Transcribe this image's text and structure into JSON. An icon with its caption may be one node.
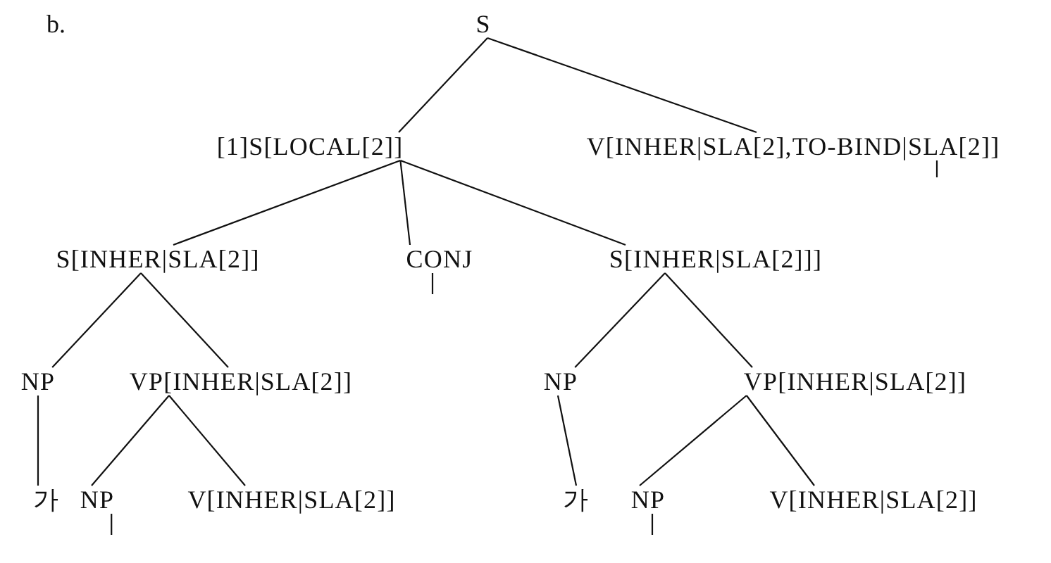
{
  "diagram": {
    "nodes": [
      {
        "text": [
          "S"
        ]
      },
      {
        "text": [
          "[1]S[LOCAL[2]]"
        ]
      },
      {
        "text": [
          "V[INHER|SLA[2],TO-BIND|SLA[2]]"
        ]
      },
      {
        "text": [
          "S[INHER|SLA[2]]"
        ]
      },
      {
        "text": [
          "CONJ"
        ]
      },
      {
        "text": [
          "S[INHER|SLA[2]]]"
        ]
      },
      {
        "text": [
          "NP"
        ]
      },
      {
        "text": [
          "VP[INHER|SLA[2]]"
        ]
      },
      {
        "text": [
          "NP"
        ]
      },
      {
        "text": [
          "VP[INHER|SLA[2]]"
        ]
      },
      {
        "text": [
          "가"
        ]
      },
      {
        "text": [
          "NP"
        ]
      },
      {
        "text": [
          "V[INHER|SLA[2]]"
        ]
      },
      {
        "text": [
          "가"
        ]
      },
      {
        "text": [
          "NP"
        ]
      },
      {
        "text": [
          "V[INHER|SLA[2]]"
        ]
      }
    ],
    "edges": [
      {
        "from": 0,
        "to": 1,
        "arrow": "none"
      },
      {
        "from": 0,
        "to": 2,
        "arrow": "none"
      },
      {
        "from": 1,
        "to": 3,
        "arrow": "none"
      },
      {
        "from": 1,
        "to": 4,
        "arrow": "none"
      },
      {
        "from": 1,
        "to": 5,
        "arrow": "none"
      },
      {
        "from": 2,
        "to": null,
        "arrow": "none"
      },
      {
        "from": 3,
        "to": 6,
        "arrow": "none"
      },
      {
        "from": 3,
        "to": 7,
        "arrow": "none"
      },
      {
        "from": 4,
        "to": null,
        "arrow": "none"
      },
      {
        "from": 5,
        "to": 8,
        "arrow": "none"
      },
      {
        "from": 5,
        "to": 9,
        "arrow": "none"
      },
      {
        "from": 6,
        "to": 10,
        "arrow": "none"
      },
      {
        "from": 7,
        "to": 11,
        "arrow": "none"
      },
      {
        "from": 7,
        "to": 12,
        "arrow": "none"
      },
      {
        "from": 8,
        "to": 13,
        "arrow": "none"
      },
      {
        "from": 9,
        "to": 14,
        "arrow": "none"
      },
      {
        "from": 9,
        "to": 15,
        "arrow": "none"
      },
      {
        "from": 11,
        "to": null,
        "arrow": "none"
      },
      {
        "from": 14,
        "to": null,
        "arrow": "none"
      }
    ],
    "labels": [
      "b."
    ]
  }
}
